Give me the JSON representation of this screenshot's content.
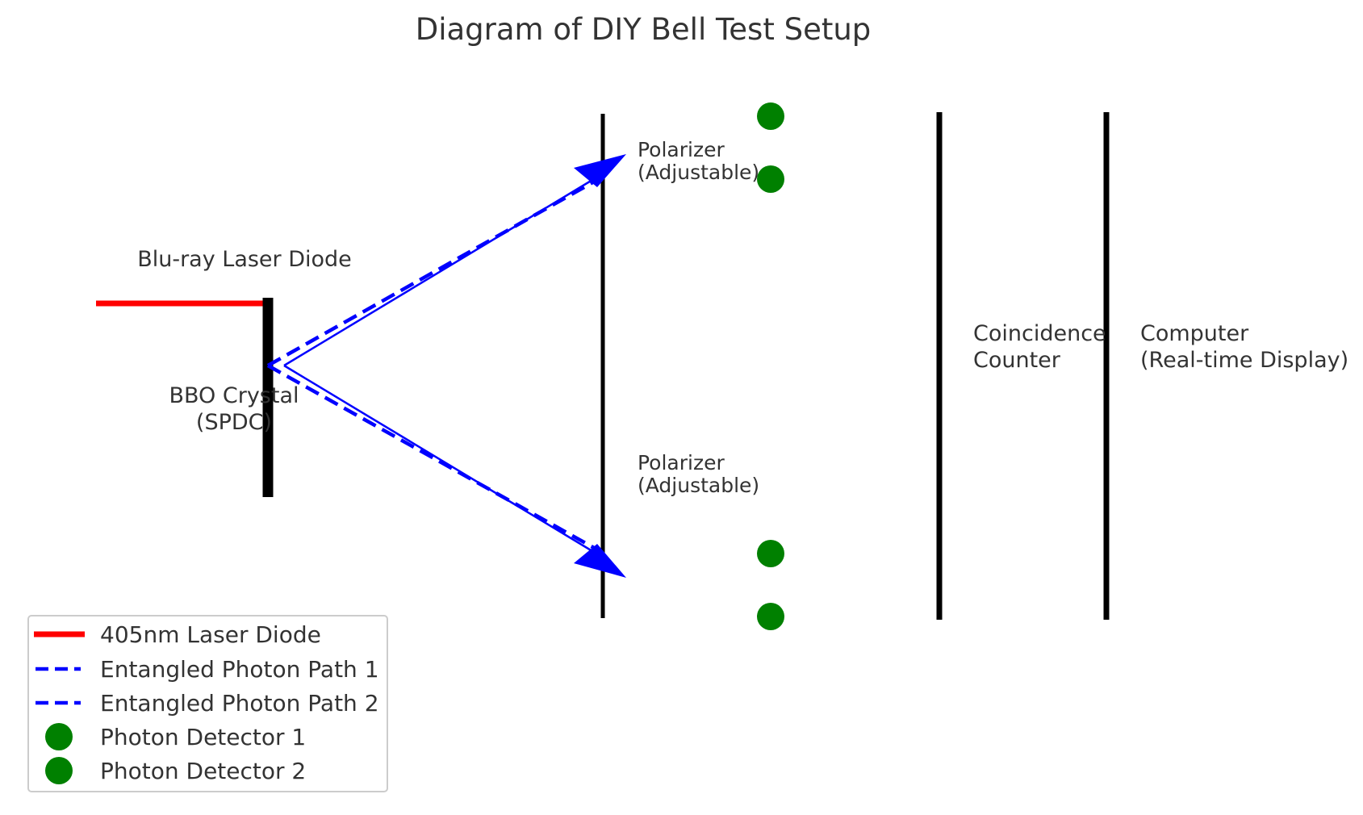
{
  "title": "Diagram of DIY Bell Test Setup",
  "colors": {
    "laser": "#ff0000",
    "photon_path": "#0000ff",
    "detector": "#008000",
    "component": "#000000",
    "text": "#333333"
  },
  "labels": {
    "laser_diode": "Blu-ray Laser Diode",
    "bbo_crystal_line1": "BBO Crystal",
    "bbo_crystal_line2": "(SPDC)",
    "polarizer_top_line1": "Polarizer",
    "polarizer_top_line2": "(Adjustable)",
    "polarizer_bottom_line1": "Polarizer",
    "polarizer_bottom_line2": "(Adjustable)",
    "coincidence_line1": "Coincidence",
    "coincidence_line2": "Counter",
    "computer_line1": "Computer",
    "computer_line2": "(Real-time Display)"
  },
  "legend": {
    "items": [
      {
        "label": "405nm Laser Diode",
        "marker": "solid-line",
        "color": "#ff0000"
      },
      {
        "label": "Entangled Photon Path 1",
        "marker": "dashed-line",
        "color": "#0000ff"
      },
      {
        "label": "Entangled Photon Path 2",
        "marker": "dashed-line",
        "color": "#0000ff"
      },
      {
        "label": "Photon Detector 1",
        "marker": "circle",
        "color": "#008000"
      },
      {
        "label": "Photon Detector 2",
        "marker": "circle",
        "color": "#008000"
      }
    ]
  }
}
